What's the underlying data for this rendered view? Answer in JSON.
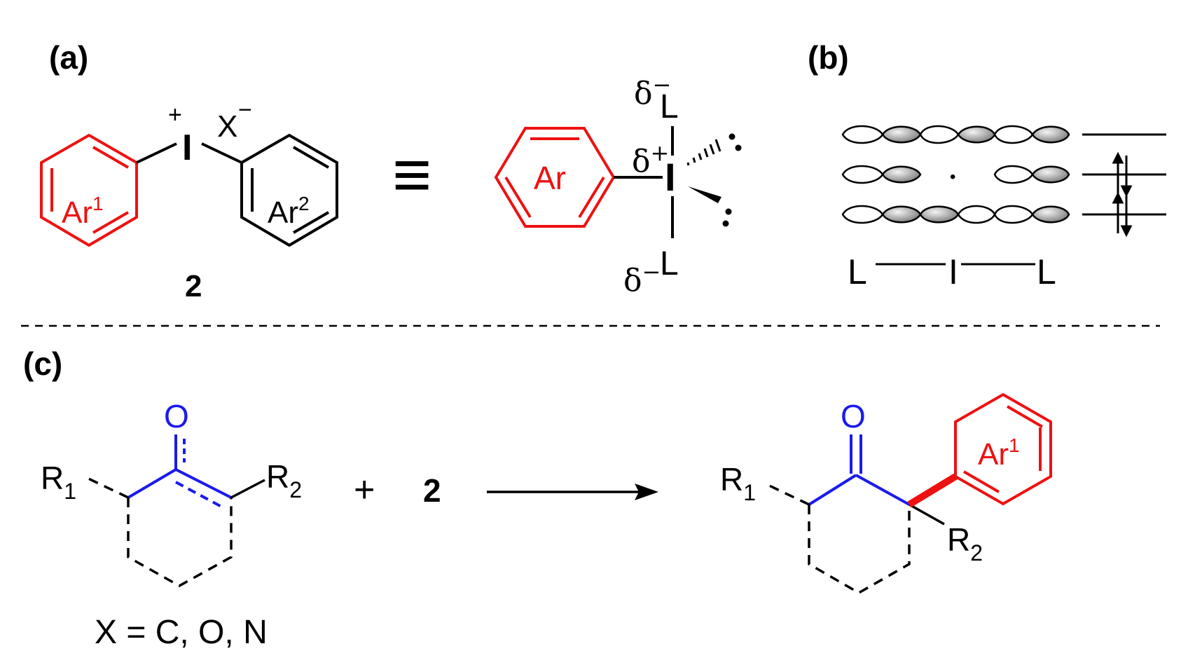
{
  "panels": {
    "a": {
      "label": "(a)",
      "plus_sign": "+",
      "iodine": "I",
      "counterion": "X",
      "minus_sign": "−",
      "ring1_base": "Ar",
      "ring1_sup": "1",
      "ring2_base": "Ar",
      "ring2_sup": "2",
      "compound_number": "2",
      "equivalence": "≡",
      "ar_label": "Ar",
      "delta": "δ",
      "delta_plus": "+",
      "delta_minus": "−",
      "ligand": "L"
    },
    "b": {
      "label": "(b)",
      "ligand_left": "L",
      "iodine": "I",
      "ligand_right": "L",
      "center_dot": "•"
    },
    "c": {
      "label": "(c)",
      "oxygen": "O",
      "r1_base": "R",
      "r1_sub": "1",
      "r2_base": "R",
      "r2_sub": "2",
      "plus": "+",
      "reagent_number": "2",
      "ar_base": "Ar",
      "ar_sup": "1",
      "x_condition": "X = C, O, N"
    }
  },
  "colors": {
    "black": "#000000",
    "red": "#ee1111",
    "blue": "#1a1aee",
    "lobe_dark": "#7a7a7a",
    "lobe_light": "#f2f2f2"
  }
}
